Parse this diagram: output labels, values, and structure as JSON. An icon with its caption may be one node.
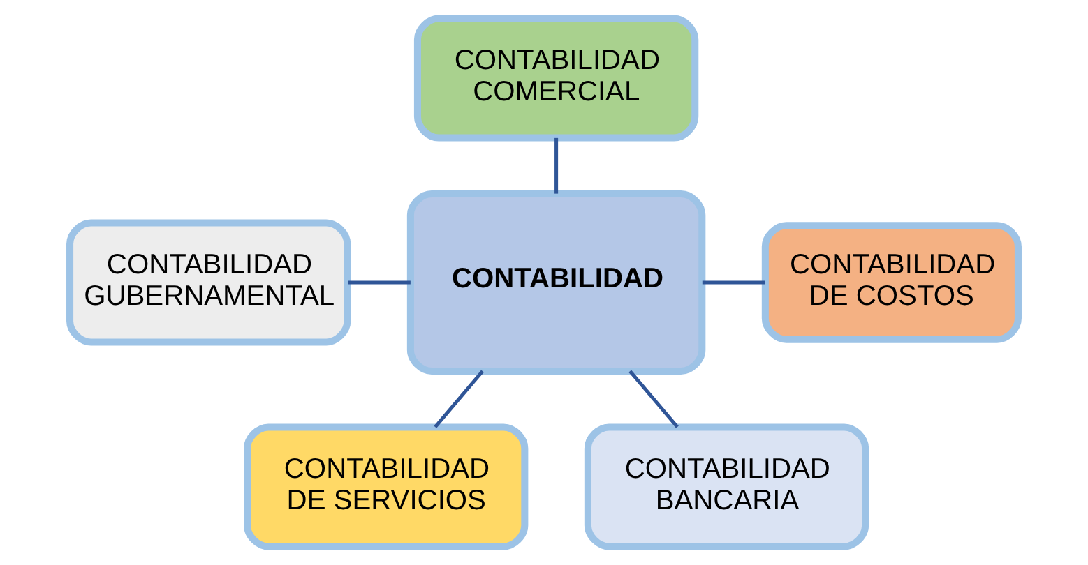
{
  "diagram": {
    "nodes": [
      {
        "text": [
          "CONTABILIDAD"
        ]
      },
      {
        "text": [
          "CONTABILIDAD COMERCIAL"
        ]
      },
      {
        "text": [
          "CONTABILIDAD GUBERNAMENTAL"
        ]
      },
      {
        "text": [
          "CONTABILIDAD DE COSTOS"
        ]
      },
      {
        "text": [
          "CONTABILIDAD DE SERVICIOS"
        ]
      },
      {
        "text": [
          "CONTABILIDAD BANCARIA"
        ]
      }
    ],
    "edges": [
      {
        "from": 1,
        "to": 0,
        "arrow": "none"
      },
      {
        "from": 2,
        "to": 0,
        "arrow": "none"
      },
      {
        "from": 0,
        "to": 3,
        "arrow": "none"
      },
      {
        "from": 0,
        "to": 4,
        "arrow": "none"
      },
      {
        "from": 0,
        "to": 5,
        "arrow": "none"
      }
    ]
  }
}
